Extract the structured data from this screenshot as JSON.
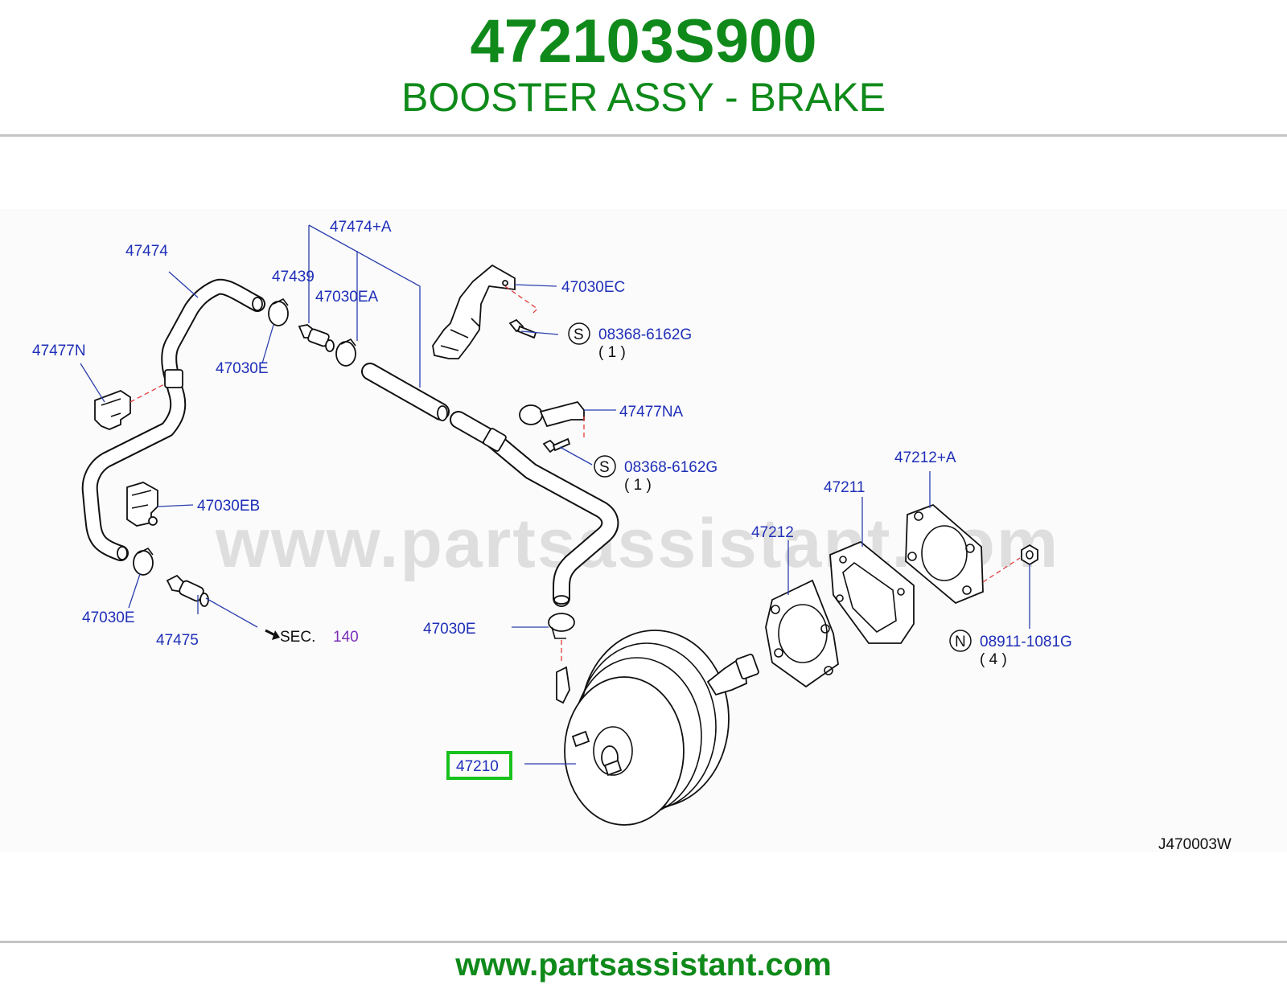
{
  "header": {
    "part_number": "472103S900",
    "title": "BOOSTER ASSY - BRAKE"
  },
  "diagram": {
    "watermark": "www.partsassistant.com",
    "drawing_code": "J470003W",
    "highlight_color": "#18c21c",
    "labels": {
      "l_47474": "47474",
      "l_47474a": "47474+A",
      "l_47439": "47439",
      "l_47030ea": "47030EA",
      "l_47030ec": "47030EC",
      "l_bolt1": "08368-6162G",
      "l_bolt1_qty": "( 1 )",
      "l_47477n": "47477N",
      "l_47030e_top": "47030E",
      "l_47477na": "47477NA",
      "l_bolt2": "08368-6162G",
      "l_bolt2_qty": "( 1 )",
      "l_47212a": "47212+A",
      "l_47211": "47211",
      "l_47212": "47212",
      "l_47030eb": "47030EB",
      "l_47030e_left": "47030E",
      "l_47475": "47475",
      "l_sec": "SEC.",
      "l_sec_num": "140",
      "l_47030e_mid": "47030E",
      "l_nut": "08911-1081G",
      "l_nut_qty": "( 4 )",
      "l_47210": "47210",
      "s_mark_1": "S",
      "s_mark_2": "S",
      "n_mark": "N"
    }
  },
  "footer": {
    "url": "www.partsassistant.com"
  }
}
